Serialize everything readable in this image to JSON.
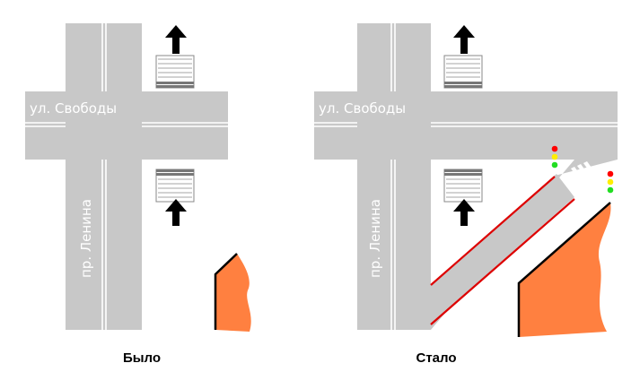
{
  "streets": {
    "horizontal": "ул. Свободы",
    "vertical": "пр. Ленина"
  },
  "panels": {
    "before": {
      "caption": "Было"
    },
    "after": {
      "caption": "Стало"
    }
  },
  "colors": {
    "road": "#c8c8c8",
    "lot": "#ff8040",
    "curb": "#dd0000",
    "light_red": "#ff0000",
    "light_yellow": "#ffee00",
    "light_green": "#22dd22"
  },
  "icons": [
    "arrow-up-icon",
    "traffic-light-icon",
    "crosswalk-icon"
  ]
}
